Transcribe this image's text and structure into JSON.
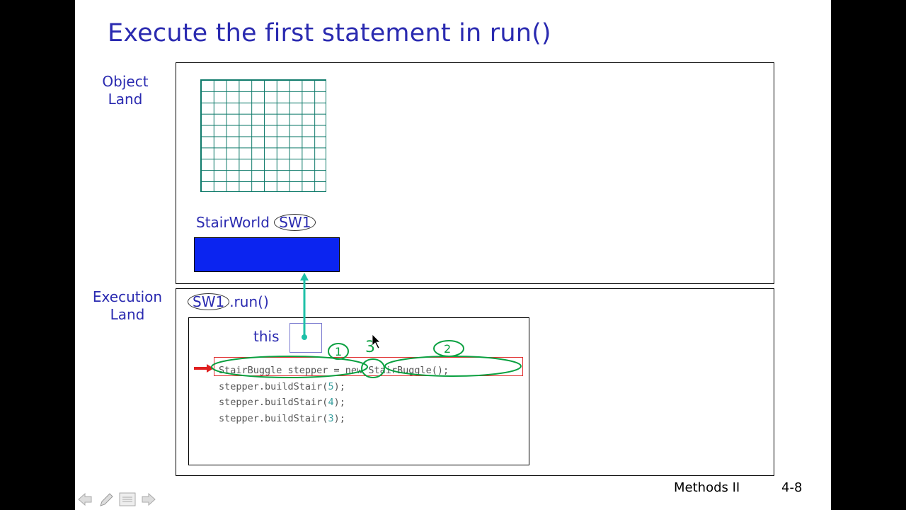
{
  "slide": {
    "title": "Execute the first statement in run()",
    "object_land_label": [
      "Object",
      "Land"
    ],
    "execution_land_label": [
      "Execution",
      "Land"
    ],
    "stairworld_label": "StairWorld",
    "stairworld_id": "SW1",
    "run_call_id": "SW1",
    "run_call_suffix": ".run()",
    "this_label": "this",
    "code_lines": [
      {
        "pre": "StairBuggle stepper = new StairBuggle();",
        "arg": "",
        "post": ""
      },
      {
        "pre": "stepper.buildStair(",
        "arg": "5",
        "post": ");"
      },
      {
        "pre": "stepper.buildStair(",
        "arg": "4",
        "post": ");"
      },
      {
        "pre": "stepper.buildStair(",
        "arg": "3",
        "post": ");"
      }
    ],
    "annotations": [
      "1",
      "3",
      "2"
    ],
    "footer_title": "Methods II",
    "footer_page": "4-8"
  },
  "colors": {
    "title": "#2a2ab0",
    "grid": "#0e7a6a",
    "object_rect": "#0b24f0",
    "pointer": "#1fc0a8",
    "ink": "#0aa040",
    "highlight": "#e03030"
  },
  "nav": {
    "icons": [
      "arrow-left-icon",
      "pen-icon",
      "menu-icon",
      "arrow-right-icon"
    ]
  }
}
